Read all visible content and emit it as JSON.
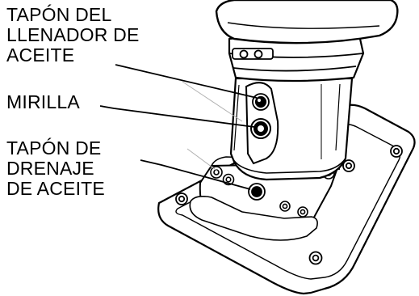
{
  "labels": {
    "oil_filler_plug": "TAPÓN DEL\nLLENADOR DE\nACEITE",
    "sight_glass": "MIRILLA",
    "oil_drain_plug": "TAPÓN DE\nDRENAJE\nDE ACEITE"
  },
  "colors": {
    "ink": "#000000",
    "paper": "#ffffff",
    "faint_line": "#b0b0b0"
  }
}
